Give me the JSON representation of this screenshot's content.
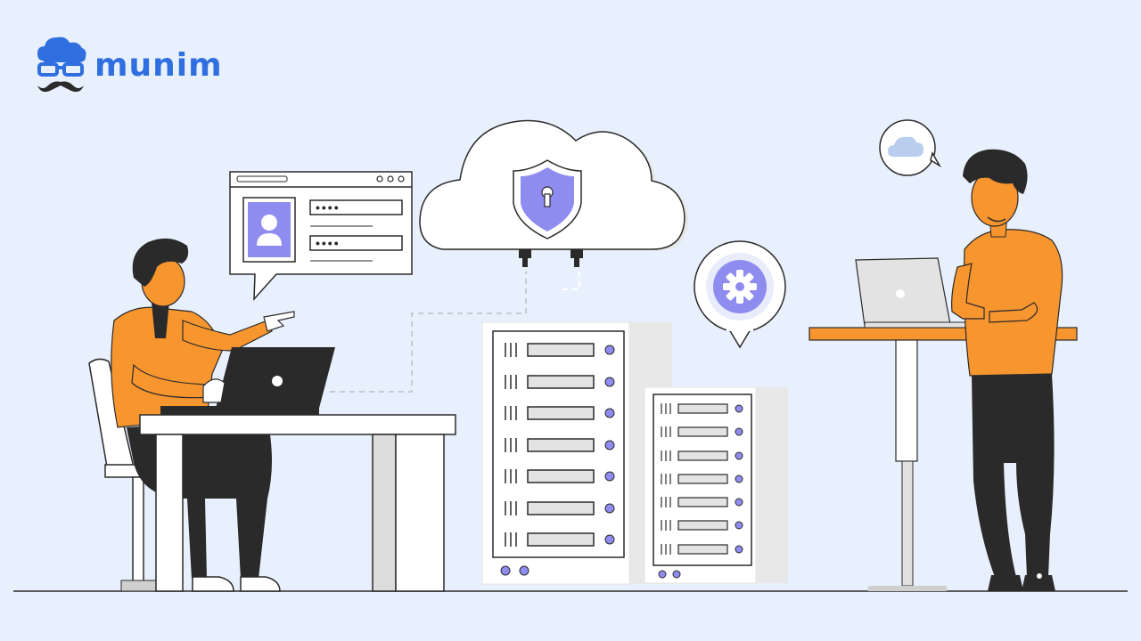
{
  "brand": {
    "name": "munim",
    "color": "#2f6fe0"
  },
  "colors": {
    "background": "#e8f0fd",
    "accent_purple": "#8f8cf0",
    "shirt_orange": "#f7952f",
    "pants": "#2a2a2a"
  },
  "login_card": {
    "username_mask": "••••",
    "password_mask": "••••"
  },
  "icons": {
    "logo": "cloud-with-glasses-and-mustache",
    "cloud": "cloud-with-shield-lock",
    "gear": "gear",
    "speech_cloud": "small-cloud"
  }
}
